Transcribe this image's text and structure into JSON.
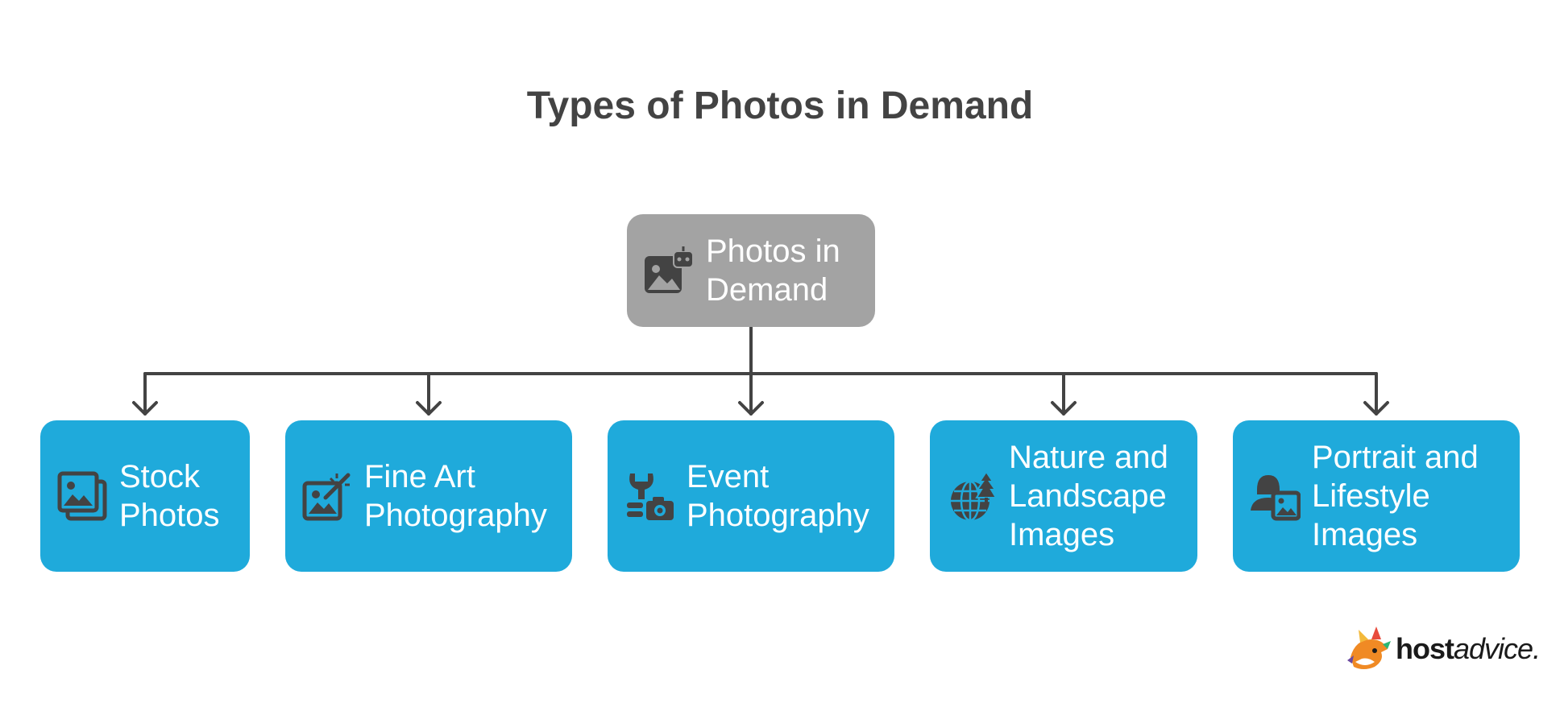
{
  "title": "Types of Photos in Demand",
  "root": {
    "label_lines": [
      "Photos in",
      "Demand"
    ],
    "icon": "image-robot-icon",
    "color": "#a3a3a3"
  },
  "children": [
    {
      "label_lines": [
        "Stock",
        "Photos"
      ],
      "icon": "photo-library-icon"
    },
    {
      "label_lines": [
        "Fine Art",
        "Photography"
      ],
      "icon": "image-magic-wand-icon"
    },
    {
      "label_lines": [
        "Event",
        "Photography"
      ],
      "icon": "event-camera-icon"
    },
    {
      "label_lines": [
        "Nature and",
        "Landscape",
        "Images"
      ],
      "icon": "globe-tree-icon"
    },
    {
      "label_lines": [
        "Portrait and",
        "Lifestyle",
        "Images"
      ],
      "icon": "person-photo-icon"
    }
  ],
  "child_color": "#1faadb",
  "connector_color": "#434343",
  "logo": {
    "bold": "host",
    "italic": "advice."
  }
}
